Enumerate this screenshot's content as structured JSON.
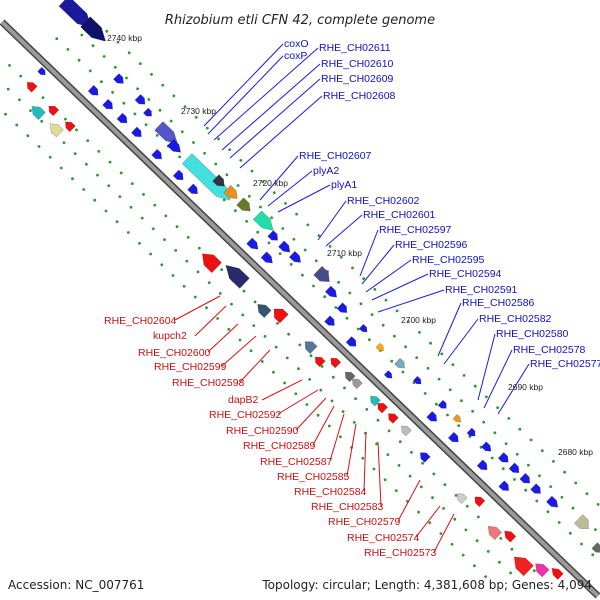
{
  "title": "Rhizobium etli CFN 42, complete genome",
  "footer": {
    "accession": "Accession: NC_007761",
    "topology": "Topology: circular; Length: 4,381,608 bp; Genes: 4,094"
  },
  "ticks": [
    "2740 kbp",
    "2730 kbp",
    "2720 kbp",
    "2710 kbp",
    "2700 kbp",
    "2690 kbp",
    "2680 kbp"
  ],
  "blue_labels": [
    "coxO",
    "coxP",
    "RHE_CH02611",
    "RHE_CH02610",
    "RHE_CH02609",
    "RHE_CH02608",
    "RHE_CH02607",
    "plyA2",
    "plyA1",
    "RHE_CH02602",
    "RHE_CH02601",
    "RHE_CH02597",
    "RHE_CH02596",
    "RHE_CH02595",
    "RHE_CH02594",
    "RHE_CH02591",
    "RHE_CH02586",
    "RHE_CH02582",
    "RHE_CH02580",
    "RHE_CH02578",
    "RHE_CH02577"
  ],
  "red_labels": [
    "RHE_CH02604",
    "kupch2",
    "RHE_CH02600",
    "RHE_CH02599",
    "RHE_CH02598",
    "dapB2",
    "RHE_CH02592",
    "RHE_CH02590",
    "RHE_CH02589",
    "RHE_CH02587",
    "RHE_CH02585",
    "RHE_CH02584",
    "RHE_CH02583",
    "RHE_CH02579",
    "RHE_CH02574",
    "RHE_CH02573"
  ],
  "colors": {
    "forward_strand": "#1a1ae6",
    "reverse_strand": "#ee1111",
    "backbone": "#888888",
    "tick_dot": "#2a9a2a"
  }
}
